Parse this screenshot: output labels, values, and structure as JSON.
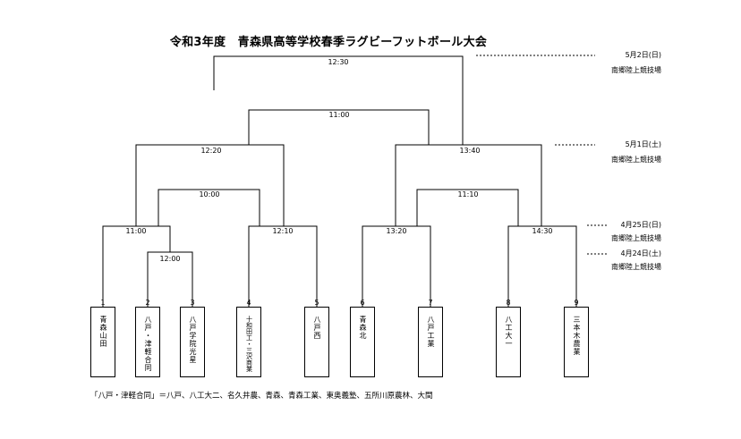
{
  "title": "令和3年度　青森県高等学校春季ラグビーフットボール大会",
  "teams": [
    {
      "seed": "1",
      "name": "青森山田"
    },
    {
      "seed": "2",
      "name": "八戸・津軽合同"
    },
    {
      "seed": "3",
      "name": "八戸学院光星"
    },
    {
      "seed": "4",
      "name": "十和田工・三沢商業"
    },
    {
      "seed": "5",
      "name": "八戸西"
    },
    {
      "seed": "6",
      "name": "青森北"
    },
    {
      "seed": "7",
      "name": "八戸工業"
    },
    {
      "seed": "8",
      "name": "八工大一"
    },
    {
      "seed": "9",
      "name": "三本木農業"
    }
  ],
  "match_times": {
    "final": "12:30",
    "third_place": "11:00",
    "semi_left": "12:20",
    "semi_right": "13:40",
    "consolation": "10:00",
    "consolation_right": "11:10",
    "qf1": "11:00",
    "qf2": "12:10",
    "qf3": "13:20",
    "qf4": "14:30",
    "first_round": "12:00"
  },
  "schedule": [
    {
      "date": "5月2日(日)",
      "venue": "南郷陸上競技場"
    },
    {
      "date": "5月1日(土)",
      "venue": "南郷陸上競技場"
    },
    {
      "date": "4月25日(日)",
      "venue": "南郷陸上競技場"
    },
    {
      "date": "4月24日(土)",
      "venue": "南郷陸上競技場"
    }
  ],
  "note": "「八戸・津軽合同」＝八戸、八工大二、名久井農、青森、青森工業、東奥義塾、五所川原農林、大間"
}
